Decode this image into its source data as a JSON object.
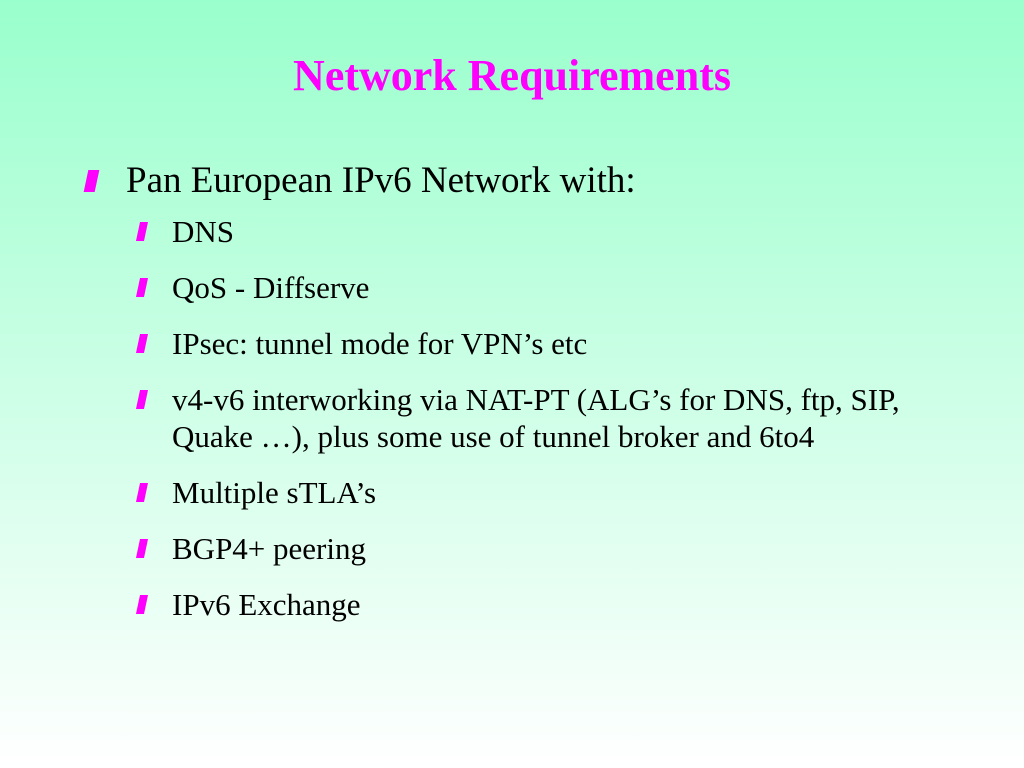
{
  "slide": {
    "title": "Network Requirements",
    "accent_color": "#ff00ff",
    "bullet_icon": "magenta-bar-bullet-icon",
    "items": [
      {
        "text": "Pan European IPv6 Network with:",
        "sub_items": [
          "DNS",
          "QoS - Diffserve",
          "IPsec: tunnel mode for VPN’s etc",
          "v4-v6 interworking via NAT-PT (ALG’s for DNS, ftp, SIP, Quake …), plus some use of tunnel broker and 6to4",
          "Multiple sTLA’s",
          "BGP4+ peering",
          "IPv6 Exchange"
        ]
      }
    ]
  }
}
